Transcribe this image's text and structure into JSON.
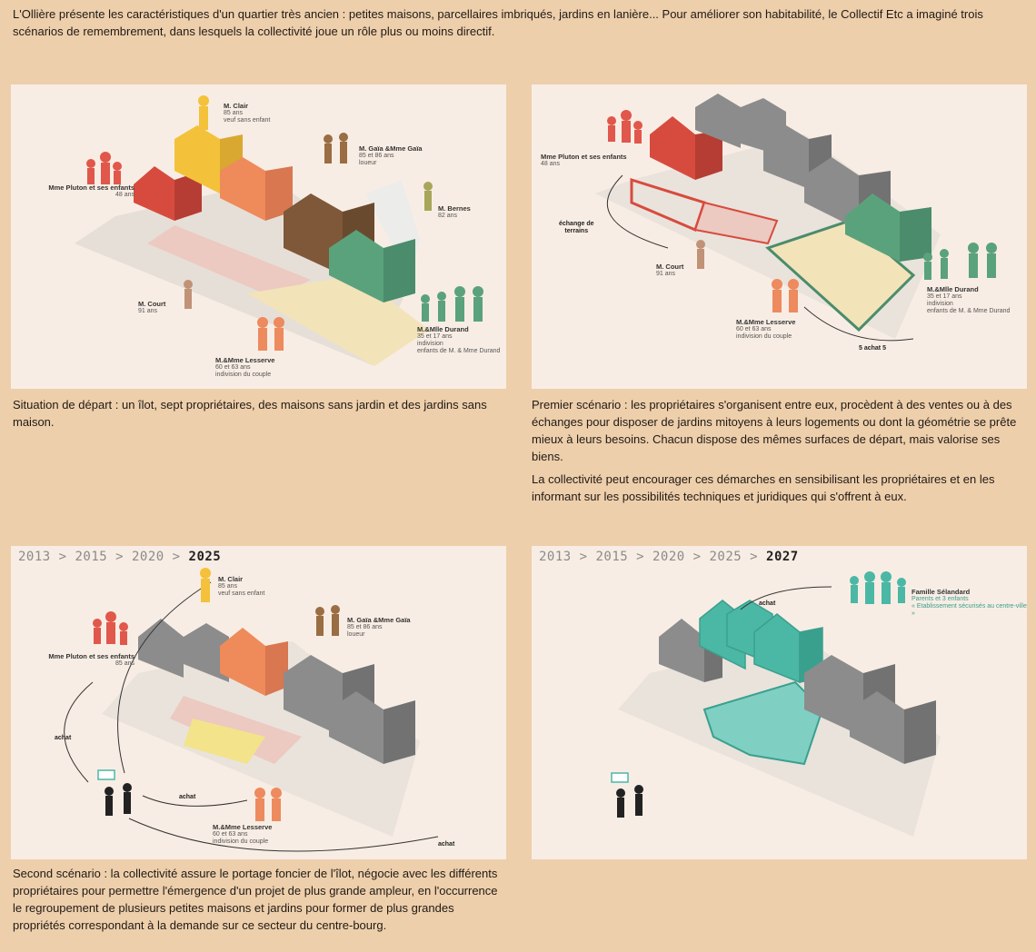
{
  "intro": "L'Ollière présente les caractéristiques d'un quartier très ancien : petites maisons, parcellaires imbriqués, jardins en lanière... Pour améliorer son habitabilité, le Collectif Etc a imaginé trois scénarios de remembrement, dans lesquels la collectivité joue un rôle plus ou moins directif.",
  "panels": [
    {
      "caption": "Situation de départ : un îlot, sept propriétaires, des maisons sans jardin et des jardins sans maison.",
      "labels": {
        "clair_name": "M. Clair",
        "clair_info": "85 ans\nveuf sans enfant",
        "gaia_name": "M. Gaïa &Mme Gaïa",
        "gaia_info": "85 et 86 ans\nloueur",
        "pluton_name": "Mme Pluton et ses enfants",
        "pluton_info": "48 ans",
        "bernes_name": "M. Bernes",
        "bernes_info": "82 ans",
        "court_name": "M. Court",
        "court_info": "91 ans",
        "durand_name": "M.&Mlle Durand",
        "durand_info": "35 et 17 ans\nindivision\nenfants de M. & Mme Durand",
        "lesserve_name": "M.&Mme Lesserve",
        "lesserve_info": "60 et 63 ans\nindivision du couple"
      }
    },
    {
      "caption": "Premier scénario : les propriétaires s'organisent entre eux, procèdent à des ventes ou à des échanges pour disposer de jardins mitoyens à leurs logements ou dont la géométrie se prête mieux à leurs besoins. Chacun dispose des mêmes surfaces de départ, mais valorise ses biens.",
      "caption2": "La collectivité peut encourager ces démarches en sensibilisant les propriétaires et en les informant sur les possibilités techniques et juridiques qui s'offrent à eux.",
      "labels": {
        "pluton_name": "Mme Pluton et ses enfants",
        "pluton_info": "48 ans",
        "echange": "échange de\nterrains",
        "court_name": "M. Court",
        "court_info": "91 ans",
        "durand_name": "M.&Mlle Durand",
        "durand_info": "35 et 17 ans\nindivision\nenfants de M. & Mme Durand",
        "lesserve_name": "M.&Mme Lesserve",
        "lesserve_info": "60 et 63 ans\nindivision du couple",
        "achat": "5 achat 5"
      }
    },
    {
      "timeline_prefix": "2013 > 2015 > 2020 > ",
      "timeline_last": "2025",
      "caption": "Second scénario : la collectivité assure le portage foncier de l'îlot, négocie avec les différents propriétaires pour permettre l'émergence d'un projet de plus grande ampleur, en l'occurrence le regroupement de plusieurs petites maisons et jardins pour former de plus grandes propriétés correspondant à la demande sur ce secteur du centre-bourg.",
      "labels": {
        "clair_name": "M. Clair",
        "clair_info": "85 ans\nveuf sans enfant",
        "gaia_name": "M. Gaïa &Mme Gaïa",
        "gaia_info": "85 et 86 ans\nloueur",
        "pluton_name": "Mme Pluton et ses enfants",
        "pluton_info": "85 ans",
        "achat1": "achat",
        "achat2": "achat",
        "achat3": "achat",
        "lesserve_name": "M.&Mme Lesserve",
        "lesserve_info": "60 et 63 ans\nindivision du couple"
      }
    },
    {
      "timeline_prefix": "2013 > 2015 > 2020 > 2025 > ",
      "timeline_last": "2027",
      "labels": {
        "achat": "achat",
        "famille_name": "Famille Sélandard",
        "famille_info": "Parents et 3 enfants\n« Etablissement sécurisés au centre-ville »"
      }
    }
  ],
  "colors": {
    "background": "#eecfab",
    "panel": "#f8ede4",
    "red": "#de5a4a",
    "yellow": "#f3c23a",
    "orange": "#ed8a5e",
    "brown": "#8e6a46",
    "green": "#5aa27c",
    "teal": "#4bb8a5",
    "gray": "#8c8c8c",
    "khaki": "#a8a65a"
  }
}
